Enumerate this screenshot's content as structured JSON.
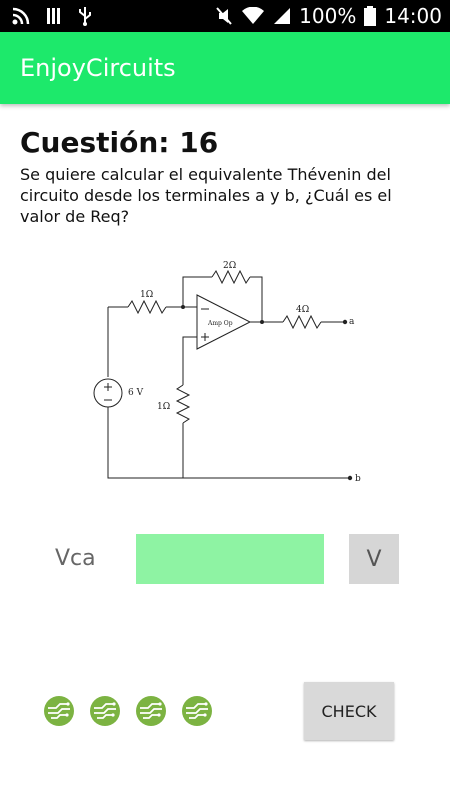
{
  "status_bar": {
    "battery": "100%",
    "time": "14:00"
  },
  "app": {
    "title": "EnjoyCircuits"
  },
  "question": {
    "title": "Cuestión: 16",
    "text": "Se quiere calcular el equivalente Thévenin del circuito desde los terminales a y b, ¿Cuál es el valor de Req?"
  },
  "circuit": {
    "r_top": "2Ω",
    "r_left": "1Ω",
    "r_out": "4Ω",
    "r_vert": "1Ω",
    "source": "6 V",
    "opamp": "Amp Op",
    "terminal_a": "a",
    "terminal_b": "b"
  },
  "answer": {
    "label": "Vca",
    "value": "",
    "unit": "V"
  },
  "tries": {
    "icon": "circuit-board-icon",
    "count": 4,
    "color": "#7cb342"
  },
  "actions": {
    "check_label": "CHECK"
  },
  "colors": {
    "accent": "#1de96b",
    "input_bg": "#8ef3a3"
  }
}
